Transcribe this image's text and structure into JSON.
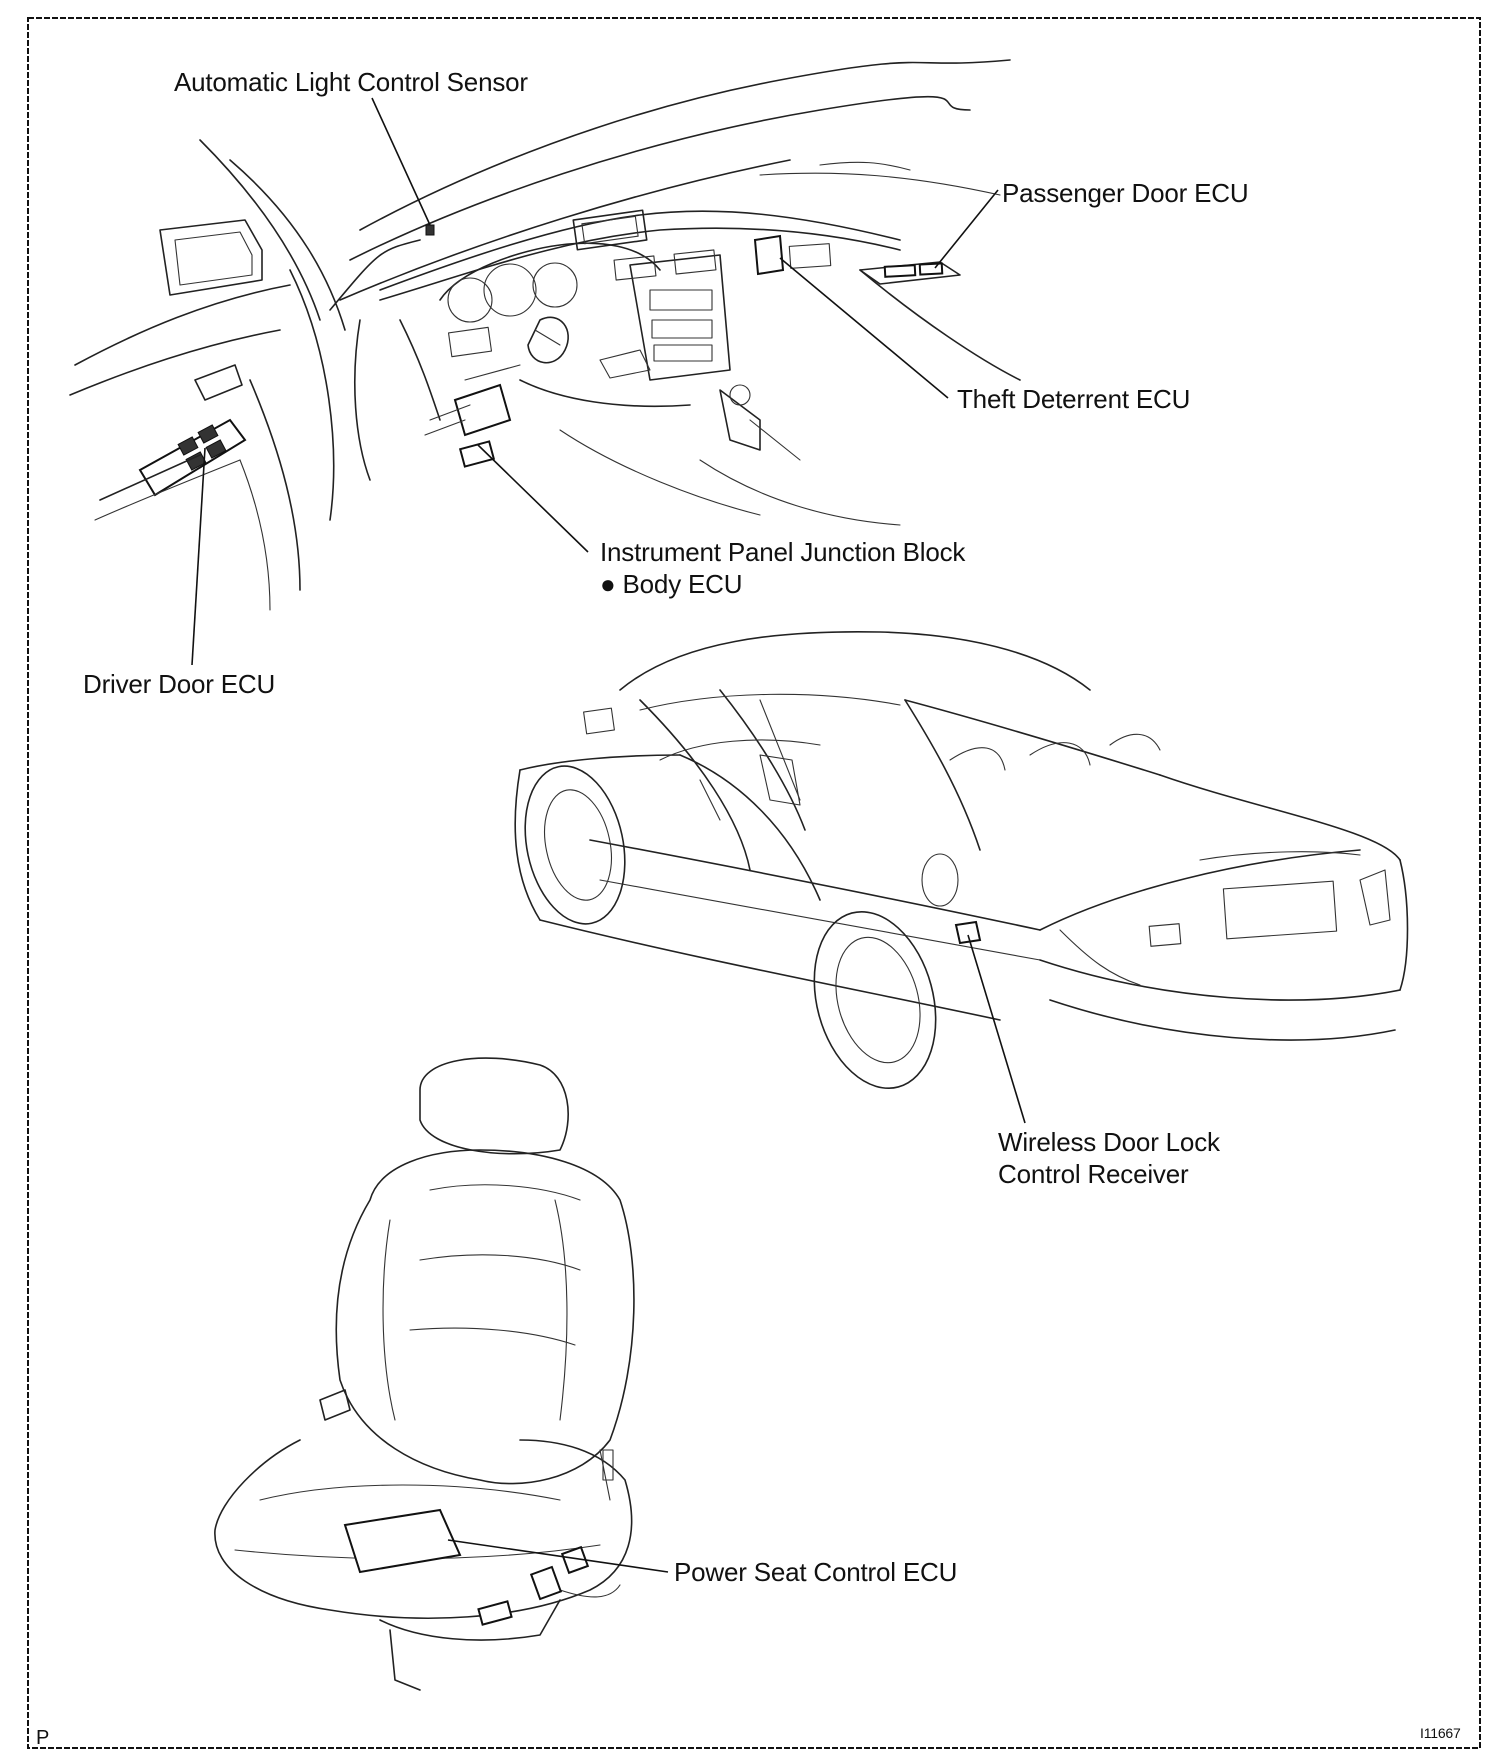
{
  "labels": {
    "auto_light_sensor": "Automatic Light Control Sensor",
    "passenger_door_ecu": "Passenger Door ECU",
    "theft_deterrent_ecu": "Theft Deterrent ECU",
    "junction_block": "Instrument Panel Junction Block",
    "body_ecu": "Body ECU",
    "driver_door_ecu": "Driver Door ECU",
    "wireless_receiver_line1": "Wireless Door Lock",
    "wireless_receiver_line2": "Control Receiver",
    "power_seat_ecu": "Power Seat Control ECU"
  },
  "corner": {
    "left": "P",
    "right": "I11667"
  },
  "colors": {
    "ink": "#111111",
    "background": "#ffffff"
  }
}
